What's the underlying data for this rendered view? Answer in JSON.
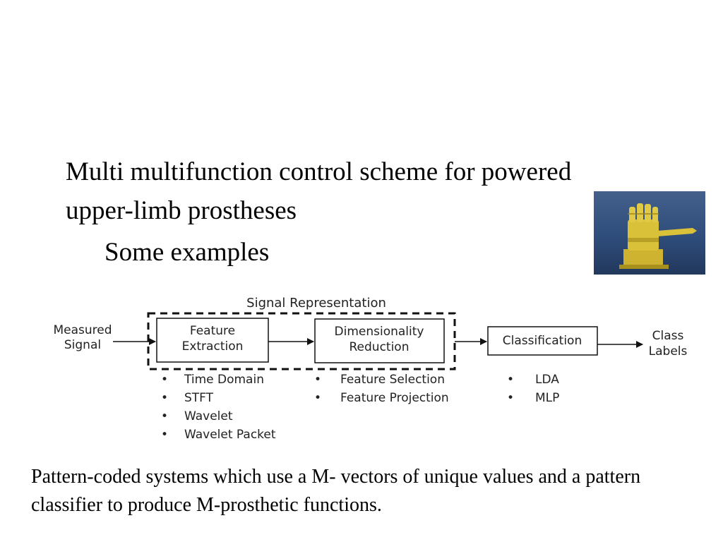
{
  "slide": {
    "title": "Multi multifunction control scheme for powered upper-limb prostheses",
    "subtitle": "Some examples",
    "caption": "Pattern-coded systems which use a M- vectors of unique values and a pattern classifier to produce M-prosthetic functions."
  },
  "diagram": {
    "group_label": "Signal Representation",
    "input_line1": "Measured",
    "input_line2": "Signal",
    "output_line1": "Class",
    "output_line2": "Labels",
    "feature_line1": "Feature",
    "feature_line2": "Extraction",
    "dimred_line1": "Dimensionality",
    "dimred_line2": "Reduction",
    "classification": "Classification",
    "feature_methods": [
      "Time Domain",
      "STFT",
      "Wavelet",
      "Wavelet Packet"
    ],
    "dimred_methods": [
      "Feature Selection",
      "Feature Projection"
    ],
    "classifier_methods": [
      "LDA",
      "MLP"
    ],
    "bullet": "•"
  },
  "colors": {
    "photo_background": "#2f4d7b",
    "hand_yellow": "#d9c23a"
  },
  "icons": {
    "photo": "robotic-hand-photo"
  }
}
